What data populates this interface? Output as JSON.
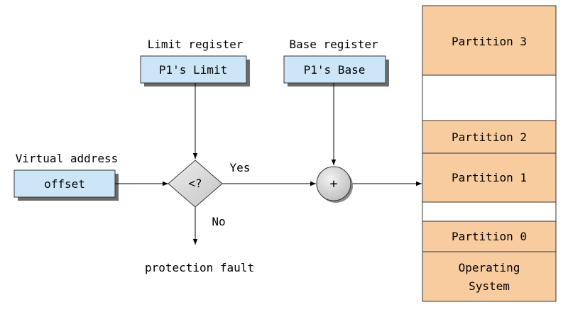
{
  "labels": {
    "limit_register": "Limit register",
    "base_register": "Base register",
    "virtual_address": "Virtual address",
    "yes": "Yes",
    "no": "No",
    "protection_fault": "protection fault"
  },
  "boxes": {
    "limit_value": "P1's Limit",
    "base_value": "P1's Base",
    "offset": "offset"
  },
  "operators": {
    "compare": "<?",
    "add": "+"
  },
  "memory": {
    "partition_3": "Partition 3",
    "partition_2": "Partition 2",
    "partition_1": "Partition 1",
    "partition_0": "Partition 0",
    "os_line1": "Operating",
    "os_line2": "System"
  },
  "colors": {
    "register_fill": "#cde6f7",
    "partition_fill": "#f9cc9f",
    "operator_fill": "#d9d9d9"
  }
}
